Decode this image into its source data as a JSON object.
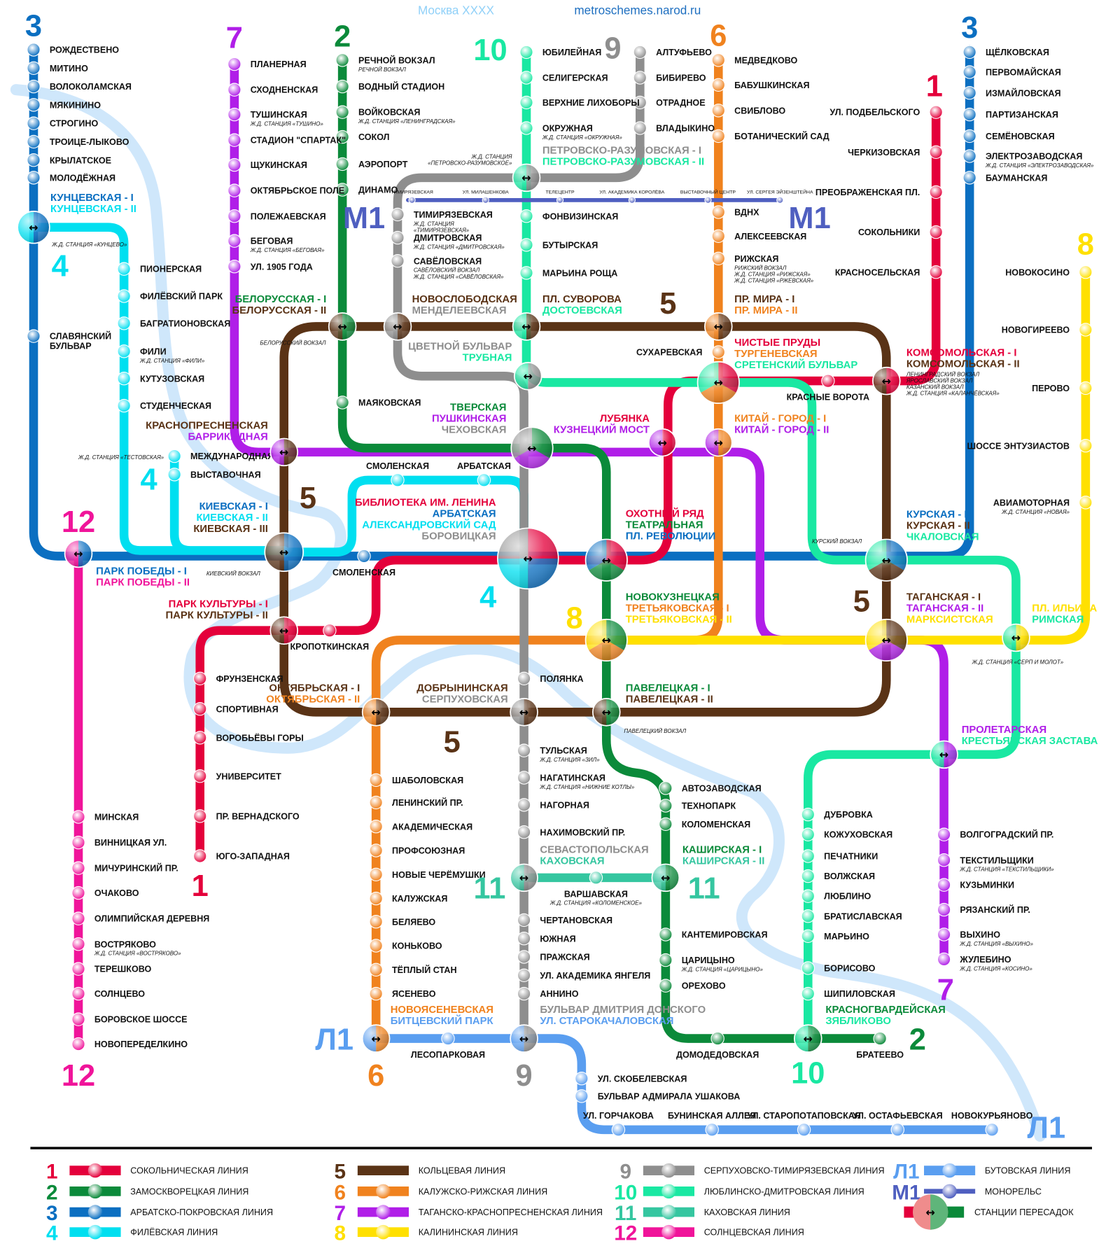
{
  "header": {
    "title": "Москва XXXX",
    "site": "metroschemes.narod.ru"
  },
  "lines": {
    "1": {
      "number": "1",
      "color": "#e4003b",
      "legend": "СОКОЛЬНИЧЕСКАЯ ЛИНИЯ",
      "stations": [
        {
          "name": "УЛ. ПОДБЕЛЬСКОГО"
        },
        {
          "name": "ЧЕРКИЗОВСКАЯ"
        },
        {
          "name": "ПРЕОБРАЖЕНСКАЯ ПЛ."
        },
        {
          "name": "СОКОЛЬНИКИ"
        },
        {
          "name": "КРАСНОСЕЛЬСКАЯ"
        },
        {
          "name": "КРАСНЫЕ ВОРОТА"
        },
        {
          "name": "КРОПОТКИНСКАЯ"
        },
        {
          "name": "ФРУНЗЕНСКАЯ"
        },
        {
          "name": "СПОРТИВНАЯ"
        },
        {
          "name": "ВОРОБЬЁВЫ ГОРЫ"
        },
        {
          "name": "УНИВЕРСИТЕТ"
        },
        {
          "name": "ПР. ВЕРНАДСКОГО"
        },
        {
          "name": "ЮГО-ЗАПАДНАЯ"
        }
      ]
    },
    "2": {
      "number": "2",
      "color": "#0b8a3a",
      "legend": "ЗАМОСКВОРЕЦКАЯ ЛИНИЯ",
      "stations": [
        {
          "name": "РЕЧНОЙ ВОКЗАЛ",
          "sub": "РЕЧНОЙ ВОКЗАЛ"
        },
        {
          "name": "ВОДНЫЙ СТАДИОН"
        },
        {
          "name": "ВОЙКОВСКАЯ",
          "sub": "Ж.Д. СТАНЦИЯ «ЛЕНИНГРАДСКАЯ»"
        },
        {
          "name": "СОКОЛ"
        },
        {
          "name": "АЭРОПОРТ"
        },
        {
          "name": "ДИНАМО"
        },
        {
          "name": "МАЯКОВСКАЯ"
        },
        {
          "name": "АВТОЗАВОДСКАЯ"
        },
        {
          "name": "ТЕХНОПАРК"
        },
        {
          "name": "КОЛОМЕНСКАЯ"
        },
        {
          "name": "КАНТЕМИРОВСКАЯ"
        },
        {
          "name": "ЦАРИЦЫНО",
          "sub": "Ж.Д. СТАНЦИЯ «ЦАРИЦЫНО»"
        },
        {
          "name": "ОРЕХОВО"
        },
        {
          "name": "ДОМОДЕДОВСКАЯ"
        },
        {
          "name": "БРАТЕЕВО"
        }
      ]
    },
    "3": {
      "number": "3",
      "color": "#0b6fc1",
      "legend": "АРБАТСКО-ПОКРОВСКАЯ ЛИНИЯ",
      "stations": [
        {
          "name": "РОЖДЕСТВЕНО"
        },
        {
          "name": "МИТИНО"
        },
        {
          "name": "ВОЛОКОЛАМСКАЯ"
        },
        {
          "name": "МЯКИНИНО"
        },
        {
          "name": "СТРОГИНО"
        },
        {
          "name": "ТРОИЦЕ-ЛЫКОВО"
        },
        {
          "name": "КРЫЛАТСКОЕ"
        },
        {
          "name": "МОЛОДЁЖНАЯ"
        },
        {
          "name": "СЛАВЯНСКИЙ|БУЛЬВАР"
        },
        {
          "name": "СМОЛЕНСКАЯ"
        },
        {
          "name": "ЩЁЛКОВСКАЯ"
        },
        {
          "name": "ПЕРВОМАЙСКАЯ"
        },
        {
          "name": "ИЗМАЙЛОВСКАЯ"
        },
        {
          "name": "ПАРТИЗАНСКАЯ"
        },
        {
          "name": "СЕМЁНОВСКАЯ"
        },
        {
          "name": "ЭЛЕКТРОЗАВОДСКАЯ",
          "sub": "Ж.Д. СТАНЦИЯ «ЭЛЕКТРОЗАВОДСКАЯ»"
        },
        {
          "name": "БАУМАНСКАЯ"
        }
      ]
    },
    "4": {
      "number": "4",
      "color": "#00dff0",
      "legend": "ФИЛЁВСКАЯ ЛИНИЯ",
      "stations": [
        {
          "name": "ПИОНЕРСКАЯ"
        },
        {
          "name": "ФИЛЁВСКИЙ ПАРК"
        },
        {
          "name": "БАГРАТИОНОВСКАЯ"
        },
        {
          "name": "ФИЛИ",
          "sub": "Ж.Д. СТАНЦИЯ «ФИЛИ»"
        },
        {
          "name": "КУТУЗОВСКАЯ"
        },
        {
          "name": "СТУДЕНЧЕСКАЯ"
        },
        {
          "name": "МЕЖДУНАРОДНАЯ"
        },
        {
          "name": "ВЫСТАВОЧНАЯ"
        },
        {
          "name": "СМОЛЕНСКАЯ"
        },
        {
          "name": "АРБАТСКАЯ"
        }
      ]
    },
    "5": {
      "number": "5",
      "color": "#5a3316",
      "legend": "КОЛЬЦЕВАЯ ЛИНИЯ",
      "stations": []
    },
    "6": {
      "number": "6",
      "color": "#f0821e",
      "legend": "КАЛУЖСКО-РИЖСКАЯ ЛИНИЯ",
      "stations": [
        {
          "name": "МЕДВЕДКОВО"
        },
        {
          "name": "БАБУШКИНСКАЯ"
        },
        {
          "name": "СВИБЛОВО"
        },
        {
          "name": "БОТАНИЧЕСКИЙ САД"
        },
        {
          "name": "ВДНХ"
        },
        {
          "name": "АЛЕКСЕЕВСКАЯ"
        },
        {
          "name": "РИЖСКАЯ",
          "sub": "РИЖСКИЙ ВОКЗАЛ|Ж.Д. СТАНЦИЯ «РИЖСКАЯ»|Ж.Д. СТАНЦИЯ «РЖЕВСКАЯ»"
        },
        {
          "name": "СУХАРЕВСКАЯ"
        },
        {
          "name": "ШАБОЛОВСКАЯ"
        },
        {
          "name": "ЛЕНИНСКИЙ ПР."
        },
        {
          "name": "АКАДЕМИЧЕСКАЯ"
        },
        {
          "name": "ПРОФСОЮЗНАЯ"
        },
        {
          "name": "НОВЫЕ ЧЕРЁМУШКИ"
        },
        {
          "name": "КАЛУЖСКАЯ"
        },
        {
          "name": "БЕЛЯЕВО"
        },
        {
          "name": "КОНЬКОВО"
        },
        {
          "name": "ТЁПЛЫЙ СТАН"
        },
        {
          "name": "ЯСЕНЕВО"
        }
      ]
    },
    "7": {
      "number": "7",
      "color": "#b01ee8",
      "legend": "ТАГАНСКО-КРАСНОПРЕСНЕНСКАЯ ЛИНИЯ",
      "stations": [
        {
          "name": "ПЛАНЕРНАЯ"
        },
        {
          "name": "СХОДНЕНСКАЯ"
        },
        {
          "name": "ТУШИНСКАЯ",
          "sub": "Ж.Д. СТАНЦИЯ «ТУШИНО»"
        },
        {
          "name": "СТАДИОН \"СПАРТАК\""
        },
        {
          "name": "ЩУКИНСКАЯ"
        },
        {
          "name": "ОКТЯБРЬСКОЕ ПОЛЕ"
        },
        {
          "name": "ПОЛЕЖАЕВСКАЯ"
        },
        {
          "name": "БЕГОВАЯ",
          "sub": "Ж.Д. СТАНЦИЯ «БЕГОВАЯ»"
        },
        {
          "name": "УЛ. 1905 ГОДА"
        },
        {
          "name": "ВОЛГОГРАДСКИЙ ПР."
        },
        {
          "name": "ТЕКСТИЛЬЩИКИ",
          "sub": "Ж.Д. СТАНЦИЯ «ТЕКСТИЛЬЩИКИ»"
        },
        {
          "name": "КУЗЬМИНКИ"
        },
        {
          "name": "РЯЗАНСКИЙ ПР."
        },
        {
          "name": "ВЫХИНО",
          "sub": "Ж.Д. СТАНЦИЯ «ВЫХИНО»"
        },
        {
          "name": "ЖУЛЕБИНО",
          "sub": "Ж.Д. СТАНЦИЯ «КОСИНО»"
        }
      ]
    },
    "8": {
      "number": "8",
      "color": "#ffe000",
      "legend": "КАЛИНИНСКАЯ ЛИНИЯ",
      "stations": [
        {
          "name": "НОВОКОСИНО"
        },
        {
          "name": "НОВОГИРЕЕВО"
        },
        {
          "name": "ПЕРОВО"
        },
        {
          "name": "ШОССЕ ЭНТУЗИАСТОВ"
        },
        {
          "name": "АВИАМОТОРНАЯ",
          "sub": "Ж.Д. СТАНЦИЯ «НОВАЯ»"
        }
      ]
    },
    "9": {
      "number": "9",
      "color": "#8e8e8e",
      "legend": "СЕРПУХОВСКО-ТИМИРЯЗЕВСКАЯ ЛИНИЯ",
      "stations": [
        {
          "name": "АЛТУФЬЕВО"
        },
        {
          "name": "БИБИРЕВО"
        },
        {
          "name": "ОТРАДНОЕ"
        },
        {
          "name": "ВЛАДЫКИНО"
        },
        {
          "name": "ТИМИРЯЗЕВСКАЯ",
          "sub": "Ж.Д. СТАНЦИЯ|«ТИМИРЯЗЕВСКАЯ»"
        },
        {
          "name": "ДМИТРОВСКАЯ",
          "sub": "Ж.Д. СТАНЦИЯ «ДМИТРОВСКАЯ»"
        },
        {
          "name": "САВЁЛОВСКАЯ",
          "sub": "САВЁЛОВСКИЙ ВОКЗАЛ|Ж.Д. СТАНЦИЯ «САВЁЛОВСКАЯ»"
        },
        {
          "name": "ПОЛЯНКА"
        },
        {
          "name": "ТУЛЬСКАЯ",
          "sub": "Ж.Д. СТАНЦИЯ «ЗИЛ»"
        },
        {
          "name": "НАГАТИНСКАЯ",
          "sub": "Ж.Д. СТАНЦИЯ «НИЖНИЕ КОТЛЫ»"
        },
        {
          "name": "НАГОРНАЯ"
        },
        {
          "name": "НАХИМОВСКИЙ ПР."
        },
        {
          "name": "ЧЕРТАНОВСКАЯ"
        },
        {
          "name": "ЮЖНАЯ"
        },
        {
          "name": "ПРАЖСКАЯ"
        },
        {
          "name": "УЛ. АКАДЕМИКА ЯНГЕЛЯ"
        },
        {
          "name": "АННИНО"
        }
      ]
    },
    "10": {
      "number": "10",
      "color": "#19e8a2",
      "legend": "ЛЮБЛИНСКО-ДМИТРОВСКАЯ ЛИНИЯ",
      "stations": [
        {
          "name": "ЮБИЛЕЙНАЯ"
        },
        {
          "name": "СЕЛИГЕРСКАЯ"
        },
        {
          "name": "ВЕРХНИЕ ЛИХОБОРЫ"
        },
        {
          "name": "ОКРУЖНАЯ",
          "sub": "Ж.Д. СТАНЦИЯ «ОКРУЖНАЯ»"
        },
        {
          "name": "ФОНВИЗИНСКАЯ"
        },
        {
          "name": "БУТЫРСКАЯ"
        },
        {
          "name": "МАРЬИНА РОЩА"
        },
        {
          "name": "ДУБРОВКА"
        },
        {
          "name": "КОЖУХОВСКАЯ"
        },
        {
          "name": "ПЕЧАТНИКИ"
        },
        {
          "name": "ВОЛЖСКАЯ"
        },
        {
          "name": "ЛЮБЛИНО"
        },
        {
          "name": "БРАТИСЛАВСКАЯ"
        },
        {
          "name": "МАРЬИНО"
        },
        {
          "name": "БОРИСОВО"
        },
        {
          "name": "ШИПИЛОВСКАЯ"
        }
      ]
    },
    "11": {
      "number": "11",
      "color": "#35c6a0",
      "legend": "КАХОВСКАЯ ЛИНИЯ",
      "stations": [
        {
          "name": "ВАРШАВСКАЯ",
          "sub": "Ж.Д. СТАНЦИЯ «КОЛОМЕНСКОЕ»"
        }
      ]
    },
    "12": {
      "number": "12",
      "color": "#f0149a",
      "legend": "СОЛНЦЕВСКАЯ ЛИНИЯ",
      "stations": [
        {
          "name": "МИНСКАЯ"
        },
        {
          "name": "ВИННИЦКАЯ УЛ."
        },
        {
          "name": "МИЧУРИНСКИЙ ПР."
        },
        {
          "name": "ОЧАКОВО"
        },
        {
          "name": "ОЛИМПИЙСКАЯ ДЕРЕВНЯ"
        },
        {
          "name": "ВОСТРЯКОВО",
          "sub": "Ж.Д. СТАНЦИЯ «ВОСТРЯКОВО»"
        },
        {
          "name": "ТЕРЕШКОВО"
        },
        {
          "name": "СОЛНЦЕВО"
        },
        {
          "name": "БОРОВСКОЕ ШОССЕ"
        },
        {
          "name": "НОВОПЕРЕДЕЛКИНО"
        }
      ]
    },
    "L1": {
      "number": "Л1",
      "color": "#5a9ef0",
      "legend": "БУТОВСКАЯ ЛИНИЯ",
      "stations": [
        {
          "name": "ЛЕСОПАРКОВАЯ"
        },
        {
          "name": "УЛ. СКОБЕЛЕВСКАЯ"
        },
        {
          "name": "БУЛЬВАР АДМИРАЛА УШАКОВА"
        },
        {
          "name": "УЛ. ГОРЧАКОВА"
        },
        {
          "name": "БУНИНСКАЯ АЛЛЕЯ"
        },
        {
          "name": "УЛ. СТАРОПОТАПОВСКАЯ"
        },
        {
          "name": "УЛ. ОСТАФЬЕВСКАЯ"
        },
        {
          "name": "НОВОКУРЬЯНОВО"
        }
      ]
    },
    "M1": {
      "number": "М1",
      "color": "#4f5fc0",
      "legend": "МОНОРЕЛЬС",
      "stations": [
        {
          "name": "ТИМИРЯЗЕВСКАЯ"
        },
        {
          "name": "УЛ. МИЛАШЕНКОВА"
        },
        {
          "name": "ТЕЛЕЦЕНТР"
        },
        {
          "name": "УЛ. АКАДЕМИКА КОРОЛЁВА"
        },
        {
          "name": "ВЫСТАВОЧНЫЙ ЦЕНТР"
        },
        {
          "name": "УЛ. СЕРГЕЯ ЭЙЗЕНШТЕЙНА"
        }
      ]
    }
  },
  "transfers": [
    {
      "lines": [
        "3",
        "4"
      ],
      "labels": [
        [
          "КУНЦЕВСКАЯ - I",
          "3"
        ],
        [
          "КУНЦЕВСКАЯ - II",
          "4"
        ]
      ],
      "sub": "Ж.Д. СТАНЦИЯ «КУНЦЕВО»"
    },
    {
      "lines": [
        "3",
        "12"
      ],
      "labels": [
        [
          "ПАРК ПОБЕДЫ - I",
          "3"
        ],
        [
          "ПАРК ПОБЕДЫ - II",
          "12"
        ]
      ]
    },
    {
      "lines": [
        "3",
        "5"
      ],
      "labels": [
        [
          "КИЕВСКАЯ - I",
          "3"
        ],
        [
          "КИЕВСКАЯ - II",
          "4"
        ],
        [
          "КИЕВСКАЯ - III",
          "5"
        ]
      ],
      "sub": "КИЕВСКИЙ ВОКЗАЛ"
    },
    {
      "lines": [
        "5",
        "7"
      ],
      "labels": [
        [
          "КРАСНОПРЕСНЕНСКАЯ",
          "5"
        ],
        [
          "БАРРИКАДНАЯ",
          "7"
        ]
      ],
      "sub": "Ж.Д. СТАНЦИЯ «ТЕСТОВСКАЯ»"
    },
    {
      "lines": [
        "2",
        "5"
      ],
      "labels": [
        [
          "БЕЛОРУССКАЯ - I",
          "2"
        ],
        [
          "БЕЛОРУССКАЯ - II",
          "5"
        ]
      ],
      "sub": "БЕЛОРУССКИЙ ВОКЗАЛ"
    },
    {
      "lines": [
        "5",
        "9"
      ],
      "labels": [
        [
          "НОВОСЛОБОДСКАЯ",
          "5"
        ],
        [
          "МЕНДЕЛЕЕВСКАЯ",
          "9"
        ]
      ]
    },
    {
      "lines": [
        "9",
        "10"
      ],
      "labels": [
        [
          "ПЕТРОВСКО-РАЗУМОВСКАЯ - I",
          "9"
        ],
        [
          "ПЕТРОВСКО-РАЗУМОВСКАЯ - II",
          "10"
        ]
      ],
      "sub": "Ж.Д. СТАНЦИЯ|«ПЕТРОВСКО-РАЗУМОВСКОЕ»"
    },
    {
      "lines": [
        "5",
        "10"
      ],
      "labels": [
        [
          "ПЛ. СУВОРОВА",
          "5"
        ],
        [
          "ДОСТОЕВСКАЯ",
          "10"
        ]
      ]
    },
    {
      "lines": [
        "5",
        "6"
      ],
      "labels": [
        [
          "ПР. МИРА - I",
          "5"
        ],
        [
          "ПР. МИРА - II",
          "6"
        ]
      ]
    },
    {
      "lines": [
        "9",
        "10"
      ],
      "labels": [
        [
          "ЦВЕТНОЙ БУЛЬВАР",
          "9"
        ],
        [
          "ТРУБНАЯ",
          "10"
        ]
      ]
    },
    {
      "lines": [
        "1",
        "6",
        "10"
      ],
      "labels": [
        [
          "ЧИСТЫЕ ПРУДЫ",
          "1"
        ],
        [
          "ТУРГЕНЕВСКАЯ",
          "6"
        ],
        [
          "СРЕТЕНСКИЙ БУЛЬВАР",
          "10"
        ]
      ]
    },
    {
      "lines": [
        "1",
        "5"
      ],
      "labels": [
        [
          "КОМСОМОЛЬСКАЯ - I",
          "1"
        ],
        [
          "КОМСОМОЛЬСКАЯ - II",
          "5"
        ]
      ],
      "sub": "ЛЕНИНГРАДСКИЙ ВОКЗАЛ|ЯРОСЛАВСКИЙ ВОКЗАЛ|КАЗАНСКИЙ ВОКЗАЛ|Ж.Д. СТАНЦИЯ «КАЛАНЧЁВСКАЯ»"
    },
    {
      "lines": [
        "2",
        "7",
        "9"
      ],
      "labels": [
        [
          "ТВЕРСКАЯ",
          "2"
        ],
        [
          "ПУШКИНСКАЯ",
          "7"
        ],
        [
          "ЧЕХОВСКАЯ",
          "9"
        ]
      ]
    },
    {
      "lines": [
        "1",
        "7"
      ],
      "labels": [
        [
          "ЛУБЯНКА",
          "1"
        ],
        [
          "КУЗНЕЦКИЙ МОСТ",
          "7"
        ]
      ]
    },
    {
      "lines": [
        "6",
        "7"
      ],
      "labels": [
        [
          "КИТАЙ - ГОРОД - I",
          "6"
        ],
        [
          "КИТАЙ - ГОРОД - II",
          "7"
        ]
      ]
    },
    {
      "lines": [
        "1",
        "3",
        "4",
        "9"
      ],
      "labels": [
        [
          "БИБЛИОТЕКА ИМ. ЛЕНИНА",
          "1"
        ],
        [
          "АРБАТСКАЯ",
          "3"
        ],
        [
          "АЛЕКСАНДРОВСКИЙ САД",
          "4"
        ],
        [
          "БОРОВИЦКАЯ",
          "9"
        ]
      ]
    },
    {
      "lines": [
        "1",
        "2",
        "3"
      ],
      "labels": [
        [
          "ОХОТНЫЙ РЯД",
          "1"
        ],
        [
          "ТЕАТРАЛЬНАЯ",
          "2"
        ],
        [
          "ПЛ. РЕВОЛЮЦИИ",
          "3"
        ]
      ]
    },
    {
      "lines": [
        "3",
        "5",
        "10"
      ],
      "labels": [
        [
          "КУРСКАЯ - I",
          "3"
        ],
        [
          "КУРСКАЯ - II",
          "5"
        ],
        [
          "ЧКАЛОВСКАЯ",
          "10"
        ]
      ],
      "sub": "КУРСКИЙ ВОКЗАЛ"
    },
    {
      "lines": [
        "1",
        "5"
      ],
      "labels": [
        [
          "ПАРК КУЛЬТУРЫ - I",
          "1"
        ],
        [
          "ПАРК КУЛЬТУРЫ - II",
          "5"
        ]
      ]
    },
    {
      "lines": [
        "2",
        "6",
        "8"
      ],
      "labels": [
        [
          "НОВОКУЗНЕЦКАЯ",
          "2"
        ],
        [
          "ТРЕТЬЯКОВСКАЯ - I",
          "6"
        ],
        [
          "ТРЕТЬЯКОВСКАЯ - II",
          "8"
        ]
      ]
    },
    {
      "lines": [
        "5",
        "7",
        "8"
      ],
      "labels": [
        [
          "ТАГАНСКАЯ - I",
          "5"
        ],
        [
          "ТАГАНСКАЯ - II",
          "7"
        ],
        [
          "МАРКСИСТСКАЯ",
          "8"
        ]
      ]
    },
    {
      "lines": [
        "8",
        "10"
      ],
      "labels": [
        [
          "ПЛ. ИЛЬИЧА",
          "8"
        ],
        [
          "РИМСКАЯ",
          "10"
        ]
      ],
      "sub": "Ж.Д. СТАНЦИЯ «СЕРП И МОЛОТ»"
    },
    {
      "lines": [
        "5",
        "6"
      ],
      "labels": [
        [
          "ОКТЯБРЬСКАЯ - I",
          "5"
        ],
        [
          "ОКТЯБРЬСКАЯ - II",
          "6"
        ]
      ]
    },
    {
      "lines": [
        "5",
        "9"
      ],
      "labels": [
        [
          "ДОБРЫНИНСКАЯ",
          "5"
        ],
        [
          "СЕРПУХОВСКАЯ",
          "9"
        ]
      ]
    },
    {
      "lines": [
        "2",
        "5"
      ],
      "labels": [
        [
          "ПАВЕЛЕЦКАЯ - I",
          "2"
        ],
        [
          "ПАВЕЛЕЦКАЯ - II",
          "5"
        ]
      ],
      "sub": "ПАВЕЛЕЦКИЙ ВОКЗАЛ"
    },
    {
      "lines": [
        "7",
        "10"
      ],
      "labels": [
        [
          "ПРОЛЕТАРСКАЯ",
          "7"
        ],
        [
          "КРЕСТЬЯНСКАЯ ЗАСТАВА",
          "10"
        ]
      ]
    },
    {
      "lines": [
        "9",
        "11"
      ],
      "labels": [
        [
          "СЕВАСТОПОЛЬСКАЯ",
          "9"
        ],
        [
          "КАХОВСКАЯ",
          "11"
        ]
      ]
    },
    {
      "lines": [
        "2",
        "11"
      ],
      "labels": [
        [
          "КАШИРСКАЯ - I",
          "2"
        ],
        [
          "КАШИРСКАЯ - II",
          "11"
        ]
      ]
    },
    {
      "lines": [
        "2",
        "10"
      ],
      "labels": [
        [
          "КРАСНОГВАРДЕЙСКАЯ",
          "2"
        ],
        [
          "ЗЯБЛИКОВО",
          "10"
        ]
      ]
    },
    {
      "lines": [
        "6",
        "L1"
      ],
      "labels": [
        [
          "НОВОЯСЕНЕВСКАЯ",
          "6"
        ],
        [
          "БИТЦЕВСКИЙ ПАРК",
          "L1"
        ]
      ]
    },
    {
      "lines": [
        "9",
        "L1"
      ],
      "labels": [
        [
          "БУЛЬВАР ДМИТРИЯ ДОНСКОГО",
          "9"
        ],
        [
          "УЛ. СТАРОКАЧАЛОВСКАЯ",
          "L1"
        ]
      ]
    }
  ],
  "line_markers": [
    "3",
    "7",
    "2",
    "10",
    "9",
    "6",
    "3",
    "1",
    "8",
    "4",
    "M1",
    "M1",
    "5",
    "4",
    "5",
    "12",
    "4",
    "8",
    "5",
    "5",
    "1",
    "11",
    "11",
    "7",
    "2",
    "L1",
    "6",
    "9",
    "10",
    "12",
    "L1"
  ],
  "legend": {
    "order": [
      "1",
      "2",
      "3",
      "4",
      "5",
      "6",
      "7",
      "8",
      "9",
      "10",
      "11",
      "12",
      "L1",
      "M1"
    ],
    "transfer_label": "СТАНЦИИ ПЕРЕСАДОК"
  }
}
